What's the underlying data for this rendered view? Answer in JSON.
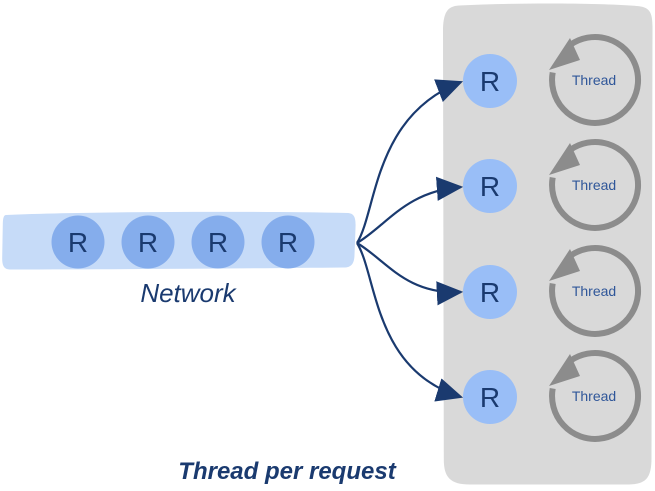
{
  "title": "Thread per request",
  "colors": {
    "navy": "#1a3a6f",
    "thread_text": "#2f5699",
    "band": "#c6dbf8",
    "request_left": "#85adec",
    "request_right": "#99bef7",
    "panel": "#d9d9d9",
    "loop": "#8c8c8c"
  },
  "network": {
    "label": "Network",
    "requests": [
      "R",
      "R",
      "R",
      "R"
    ]
  },
  "pool": {
    "rows": [
      {
        "request_label": "R",
        "thread_label": "Thread"
      },
      {
        "request_label": "R",
        "thread_label": "Thread"
      },
      {
        "request_label": "R",
        "thread_label": "Thread"
      },
      {
        "request_label": "R",
        "thread_label": "Thread"
      }
    ]
  }
}
